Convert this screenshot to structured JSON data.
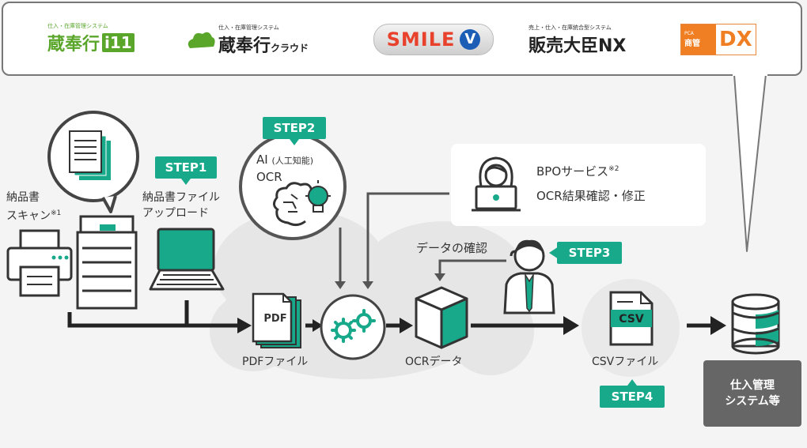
{
  "logos": {
    "kuraho11_tag": "仕入・在庫管理システム",
    "kuraho11_name": "蔵奉行",
    "kuraho11_ver": "i11",
    "cloud_tag": "仕入・在庫管理システム",
    "cloud_name": "蔵奉行",
    "cloud_suffix": "クラウド",
    "smile_name": "SMILE",
    "smile_v": "V",
    "hanbai_tag": "売上・仕入・在庫統合型システム",
    "hanbai_name": "販売大臣NX",
    "pca_top": "PCA",
    "pca_mid": "商管",
    "pca_dx": "DX"
  },
  "steps": {
    "step1": "STEP1",
    "step2": "STEP2",
    "step3": "STEP3",
    "step4": "STEP4"
  },
  "labels": {
    "scan_line1": "納品書",
    "scan_line2": "スキャン",
    "scan_note": "※1",
    "upload_line1": "納品書ファイル",
    "upload_line2": "アップロード",
    "ai_line1": "AI",
    "ai_paren": "(人工知能)",
    "ai_line2": "OCR",
    "bpo_title": "BPOサービス",
    "bpo_note": "※2",
    "bpo_desc": "OCR結果確認・修正",
    "data_check": "データの確認",
    "pdf_icon": "PDF",
    "pdf_file": "PDFファイル",
    "ocr_data": "OCRデータ",
    "csv_icon": "CSV",
    "csv_file": "CSVファイル",
    "system_line1": "仕入管理",
    "system_line2": "システム等"
  },
  "colors": {
    "accent": "#17a98a",
    "dark": "#333333",
    "gray": "#666666",
    "green_logo": "#5aa62b"
  }
}
